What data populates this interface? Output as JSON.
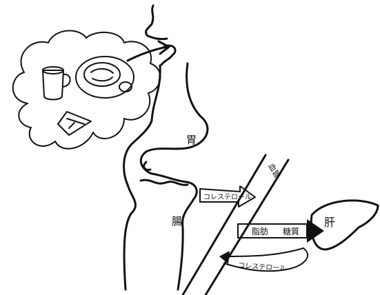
{
  "labels": {
    "stomach": "胃",
    "intestine": "腸",
    "blood_vessel": "血管",
    "liver": "肝",
    "arrow_cholesterol_in": "コレステロール",
    "arrow_fat": "脂肪",
    "arrow_sugar": "糖質",
    "arrow_cholesterol_return": "コレステロール"
  },
  "colors": {
    "ink": "#111111",
    "paper": "#ffffff"
  },
  "icons": [
    "thought-cloud",
    "mug-icon",
    "plate-icon",
    "cake-slice-icon",
    "mouth-arrow-icon"
  ]
}
